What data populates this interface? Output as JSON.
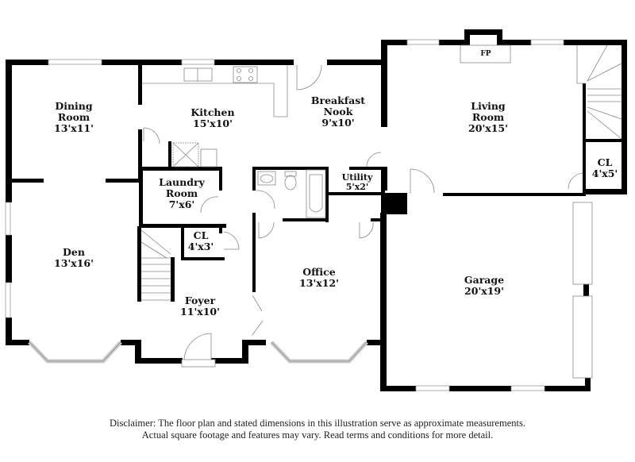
{
  "floor_plan": {
    "rooms": [
      {
        "id": "dining-room",
        "name": "Dining Room",
        "line1": "Dining",
        "line2": "Room",
        "dimensions": "13'x11'"
      },
      {
        "id": "kitchen",
        "name": "Kitchen",
        "line1": "Kitchen",
        "dimensions": "15'x10'"
      },
      {
        "id": "breakfast-nook",
        "name": "Breakfast Nook",
        "line1": "Breakfast",
        "line2": "Nook",
        "dimensions": "9'x10'"
      },
      {
        "id": "living-room",
        "name": "Living Room",
        "line1": "Living",
        "line2": "Room",
        "dimensions": "20'x15'"
      },
      {
        "id": "closet-living",
        "name": "CL",
        "line1": "CL",
        "dimensions": "4'x5'"
      },
      {
        "id": "laundry-room",
        "name": "Laundry Room",
        "line1": "Laundry",
        "line2": "Room",
        "dimensions": "7'x6'"
      },
      {
        "id": "utility",
        "name": "Utility",
        "line1": "Utility",
        "dimensions": "5'x2'"
      },
      {
        "id": "closet-foyer",
        "name": "CL",
        "line1": "CL",
        "dimensions": "4'x3'"
      },
      {
        "id": "den",
        "name": "Den",
        "line1": "Den",
        "dimensions": "13'x16'"
      },
      {
        "id": "office",
        "name": "Office",
        "line1": "Office",
        "dimensions": "13'x12'"
      },
      {
        "id": "garage",
        "name": "Garage",
        "line1": "Garage",
        "dimensions": "20'x19'"
      },
      {
        "id": "foyer",
        "name": "Foyer",
        "line1": "Foyer",
        "dimensions": "11'x10'"
      }
    ],
    "fireplace_label": "FP"
  },
  "disclaimer": {
    "line1": "Disclaimer: The floor plan and stated dimensions in this illustration serve as approximate measurements.",
    "line2": "Actual square footage and features may vary. Read terms and conditions for more detail."
  }
}
